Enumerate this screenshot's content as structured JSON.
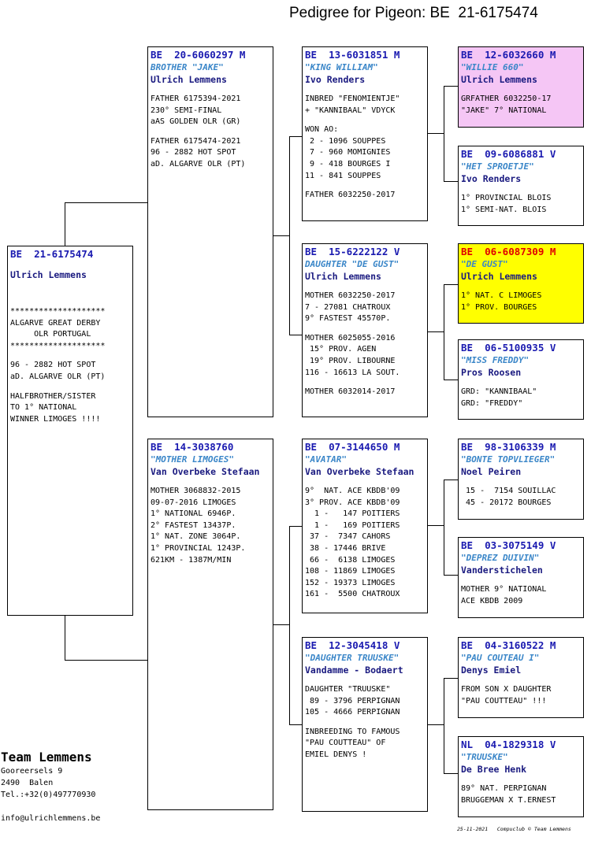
{
  "title": "Pedigree for Pigeon: BE  21-6175474",
  "subject": {
    "ring": "BE  21-6175474",
    "owner": "Ulrich Lemmens",
    "notes": [
      "********************",
      "ALGARVE GREAT DERBY",
      "     OLR PORTUGAL",
      "********************"
    ],
    "notes2": [
      "96 - 2882 HOT SPOT",
      "aD. ALGARVE OLR (PT)"
    ],
    "notes3": [
      "HALFBROTHER/SISTER",
      "TO 1° NATIONAL",
      "WINNER LIMOGES !!!!"
    ]
  },
  "father": {
    "ring": "BE  20-6060297 M",
    "nick": "BROTHER \"JAKE\"",
    "owner": "Ulrich Lemmens",
    "block1": [
      "FATHER 6175394-2021",
      "230° SEMI-FINAL",
      "aAS GOLDEN OLR (GR)"
    ],
    "block2": [
      "FATHER 6175474-2021",
      "96 - 2882 HOT SPOT",
      "aD. ALGARVE OLR (PT)"
    ]
  },
  "mother": {
    "ring": "BE  14-3038760",
    "nick": "\"MOTHER LIMOGES\"",
    "owner": "Van Overbeke Stefaan",
    "block1": [
      "MOTHER 3068832-2015",
      "09-07-2016 LIMOGES",
      "1° NATIONAL 6946P.",
      "2° FASTEST 13437P.",
      "1° NAT. ZONE 3064P.",
      "1° PROVINCIAL 1243P.",
      "621KM - 1387M/MIN"
    ]
  },
  "ff": {
    "ring": "BE  13-6031851 M",
    "nick": "\"KING WILLIAM\"",
    "owner": "Ivo Renders",
    "block1": [
      "INBRED \"FENOMIENTJE\"",
      "+ \"KANNIBAAL\" VDYCK"
    ],
    "block2": [
      "WON AO:",
      " 2 - 1096 SOUPPES",
      " 7 - 960 MOMIGNIES",
      " 9 - 418 BOURGES I",
      "11 - 841 SOUPPES"
    ],
    "block3": [
      "FATHER 6032250-2017"
    ]
  },
  "fm": {
    "ring": "BE  15-6222122 V",
    "nick": "DAUGHTER \"DE GUST\"",
    "owner": "Ulrich Lemmens",
    "block1": [
      "MOTHER 6032250-2017",
      "7 - 27081 CHATROUX",
      "9° FASTEST 45570P."
    ],
    "block2": [
      "MOTHER 6025055-2016",
      " 15° PROV. AGEN",
      " 19° PROV. LIBOURNE",
      "116 - 16613 LA SOUT."
    ],
    "block3": [
      "MOTHER 6032014-2017"
    ]
  },
  "mf": {
    "ring": "BE  07-3144650 M",
    "nick": "\"AVATAR\"",
    "owner": "Van Overbeke Stefaan",
    "block1": [
      "9°  NAT. ACE KBDB'09",
      "3° PROV. ACE KBDB'09",
      "  1 -   147 POITIERS",
      "  1 -   169 POITIERS",
      " 37 -  7347 CAHORS",
      " 38 - 17446 BRIVE",
      " 66 -  6138 LIMOGES",
      "108 - 11869 LIMOGES",
      "152 - 19373 LIMOGES",
      "161 -  5500 CHATROUX"
    ]
  },
  "mm": {
    "ring": "BE  12-3045418 V",
    "nick": "\"DAUGHTER TRUUSKE\"",
    "owner": "Vandamme - Bodaert",
    "block1": [
      "DAUGHTER \"TRUUSKE\"",
      " 89 - 3796 PERPIGNAN",
      "105 - 4666 PERPIGNAN"
    ],
    "block2": [
      "INBREEDING TO FAMOUS",
      "\"PAU COUTTEAU\" OF",
      "EMIEL DENYS !"
    ]
  },
  "fff": {
    "ring": "BE  12-6032660 M",
    "nick": "\"WILLIE 660\"",
    "owner": "Ulrich Lemmens",
    "block1": [
      "GRFATHER 6032250-17",
      "\"JAKE\" 7° NATIONAL"
    ],
    "bg": "#f5c6f5"
  },
  "ffm": {
    "ring": "BE  09-6086881 V",
    "nick": "\"HET SPROETJE\"",
    "owner": "Ivo Renders",
    "block1": [
      "1° PROVINCIAL BLOIS",
      "1° SEMI-NAT. BLOIS"
    ]
  },
  "fmf": {
    "ring": "BE  06-6087309 M",
    "nick": "\"DE GUST\"",
    "owner": "Ulrich Lemmens",
    "block1": [
      "1° NAT. C LIMOGES",
      "1° PROV. BOURGES"
    ],
    "bg": "#ffff00",
    "ring_color": "#e00000"
  },
  "fmm": {
    "ring": "BE  06-5100935 V",
    "nick": "\"MISS FREDDY\"",
    "owner": "Pros Roosen",
    "block1": [
      "GRD: \"KANNIBAAL\"",
      "GRD: \"FREDDY\""
    ]
  },
  "mff": {
    "ring": "BE  98-3106339 M",
    "nick": "\"BONTE TOPVLIEGER\"",
    "owner": "Noel Peiren",
    "block1": [
      " 15 -  7154 SOUILLAC",
      " 45 - 20172 BOURGES"
    ]
  },
  "mfm": {
    "ring": "BE  03-3075149 V",
    "nick": "\"DEPREZ DUIVIN\"",
    "owner": "Vanderstichelen",
    "block1": [
      "MOTHER 9° NATIONAL",
      "ACE KBDB 2009"
    ]
  },
  "mmf": {
    "ring": "BE  04-3160522 M",
    "nick": "\"PAU COUTEAU I\"",
    "owner": "Denys Emiel",
    "block1": [
      "FROM SON X DAUGHTER",
      "\"PAU COUTTEAU\" !!!"
    ]
  },
  "mmm": {
    "ring": "NL  04-1829318 V",
    "nick": "\"TRUUSKE\"",
    "owner": "De Bree Henk",
    "block1": [
      "89° NAT. PERPIGNAN",
      "BRUGGEMAN X T.ERNEST"
    ]
  },
  "team": {
    "name": "Team Lemmens",
    "address1": "Gooreersels 9",
    "address2": "2490  Balen",
    "phone": "Tel.:+32(0)497770930",
    "email": "info@ulrichlemmens.be"
  },
  "footer": "25-11-2021   Compuclub © Team Lemmens"
}
